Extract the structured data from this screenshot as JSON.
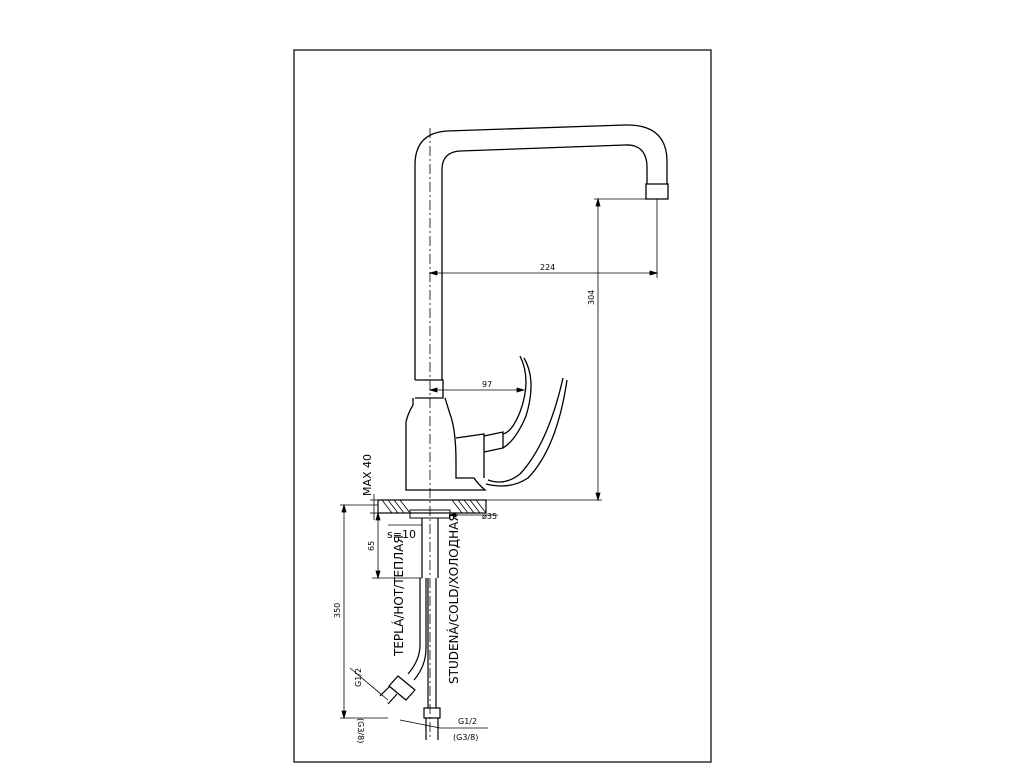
{
  "dimensions": {
    "spout_reach": "224",
    "spout_height": "304",
    "handle_reach": "97",
    "max_deck_thickness": "MAX 40",
    "hole_diameter": "ø35",
    "clamp_length": "65",
    "wall_thickness": "s=10",
    "hose_length": "350"
  },
  "hoses": {
    "hot_label": "TEPLÁ/HOT/ТЕПЛАЯ",
    "cold_label": "STUDENÁ/COLD/ХОЛОДНАЯ",
    "hot_thread": "G1/2",
    "hot_thread_alt": "(G3/8)",
    "cold_thread": "G1/2",
    "cold_thread_alt": "(G3/8)"
  }
}
